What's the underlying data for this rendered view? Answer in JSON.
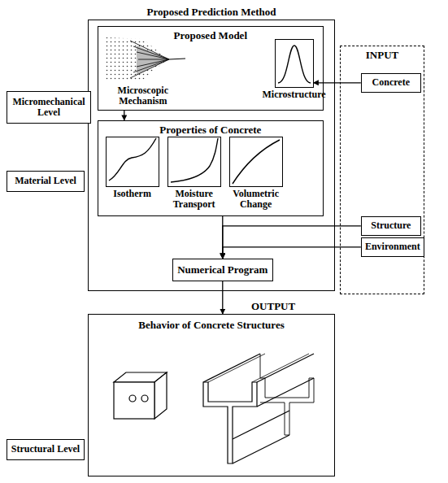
{
  "diagram": {
    "nodes": [
      {
        "text": [
          "Proposed Prediction Method"
        ]
      },
      {
        "text": [
          "Proposed Model",
          "Microscopic Mechanism"
        ],
        "in": 0
      },
      {
        "text": [
          "Microstructure"
        ],
        "in": 1
      },
      {
        "text": [
          "Properties of Concrete"
        ],
        "in": 0
      },
      {
        "text": [
          "Isotherm"
        ],
        "in": 3
      },
      {
        "text": [
          "Moisture Transport"
        ],
        "in": 3
      },
      {
        "text": [
          "Volumetric Change"
        ],
        "in": 3
      },
      {
        "text": [
          "Numerical Program"
        ],
        "in": 0
      },
      {
        "text": [
          "INPUT"
        ]
      },
      {
        "text": [
          "Concrete"
        ],
        "in": 8
      },
      {
        "text": [
          "Structure"
        ],
        "in": 8
      },
      {
        "text": [
          "Environment"
        ],
        "in": 8
      },
      {
        "text": [
          "OUTPUT",
          "Behavior of Concrete Structures"
        ]
      },
      {
        "text": [
          "Micromechanical Level"
        ]
      },
      {
        "text": [
          "Material Level"
        ]
      },
      {
        "text": [
          "Structural Level"
        ]
      }
    ],
    "edges": [
      {
        "from": 9,
        "to": 2,
        "arrow": "to"
      },
      {
        "from": 1,
        "to": 3,
        "arrow": "to"
      },
      {
        "from": 3,
        "to": 7,
        "arrow": "to"
      },
      {
        "from": 10,
        "to": 7,
        "arrow": "to"
      },
      {
        "from": 11,
        "to": 7,
        "arrow": "to"
      },
      {
        "from": 7,
        "to": 12,
        "arrow": "to"
      }
    ]
  }
}
